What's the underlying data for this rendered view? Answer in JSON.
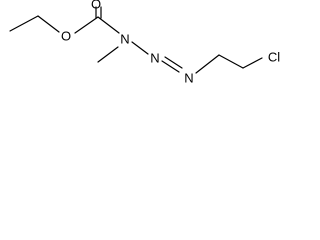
{
  "molecule": {
    "atoms": {
      "carbonyl_oxygen": "O",
      "ester_oxygen": "O",
      "amine_nitrogen": "N",
      "azo_nitrogen_1": "N",
      "azo_nitrogen_2": "N",
      "chlorine": "Cl"
    },
    "colors": {
      "bond": "#000000",
      "label": "#000000",
      "background": "#ffffff"
    }
  }
}
